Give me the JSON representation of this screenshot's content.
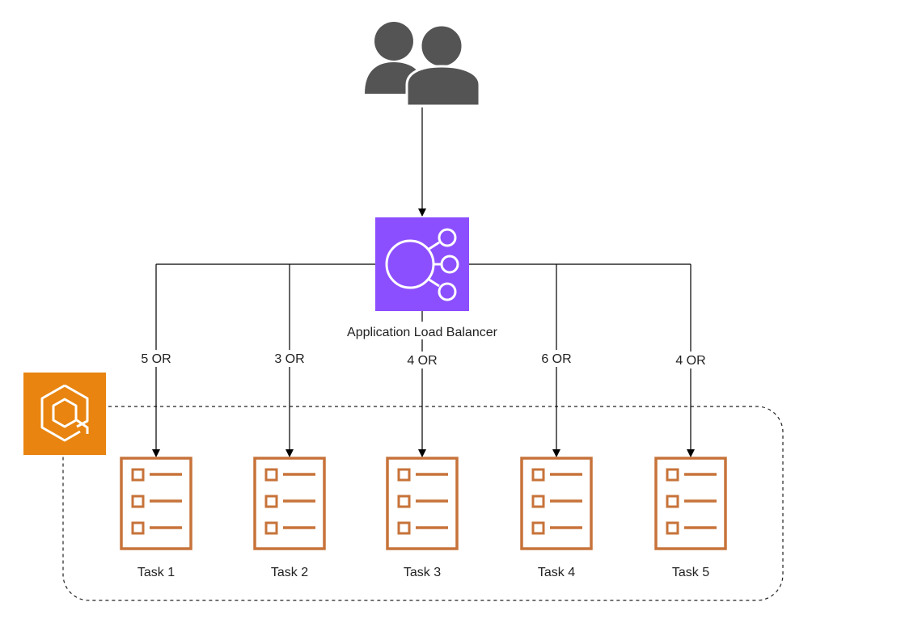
{
  "users": {
    "icon": "users-icon",
    "color": "#545454"
  },
  "load_balancer": {
    "label": "Application Load Balancer",
    "icon": "elastic-load-balancing-icon",
    "color": "#8C4FFF"
  },
  "cluster": {
    "icon": "ecs-icon",
    "color": "#E8840F",
    "tasks": [
      {
        "label": "Task 1",
        "connection_label": "5 OR"
      },
      {
        "label": "Task 2",
        "connection_label": "3 OR"
      },
      {
        "label": "Task 3",
        "connection_label": "4 OR"
      },
      {
        "label": "Task 4",
        "connection_label": "6 OR"
      },
      {
        "label": "Task 5",
        "connection_label": "4 OR"
      }
    ],
    "task_icon": "task-list-icon",
    "task_color": "#C7733A"
  }
}
